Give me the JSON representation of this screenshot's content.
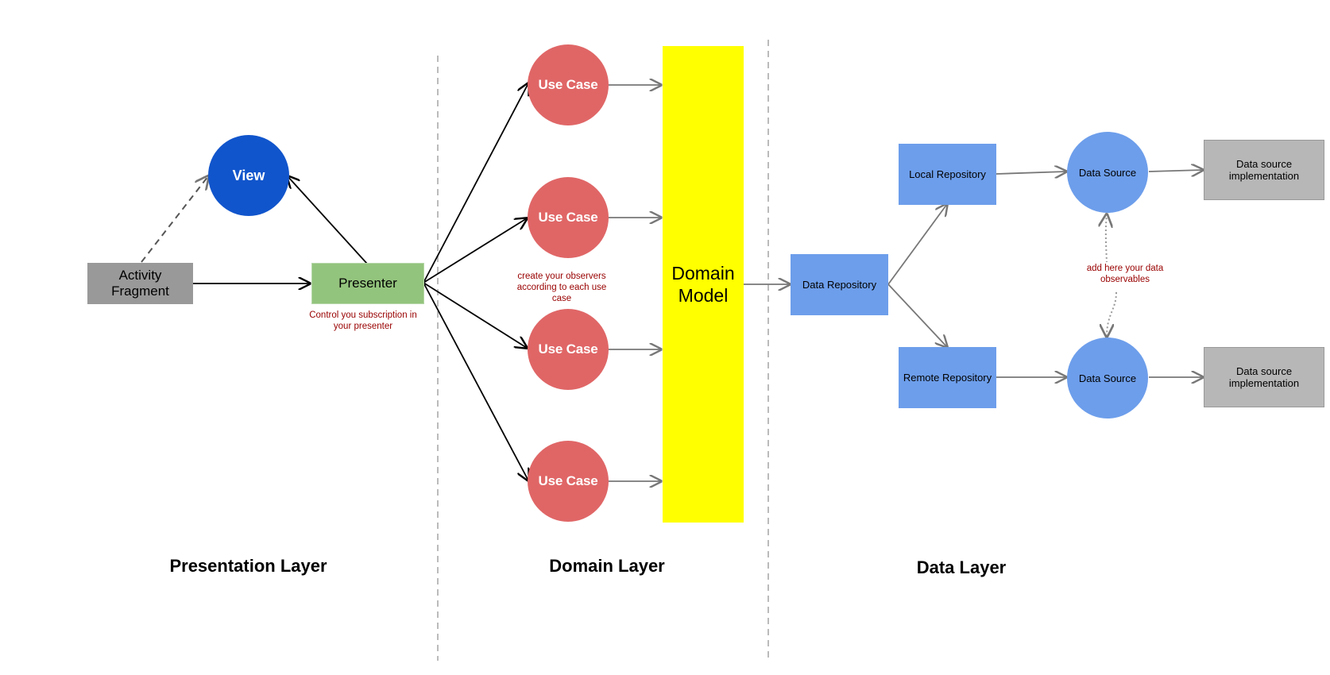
{
  "presentation": {
    "view": "View",
    "activity_fragment": "Activity\nFragment",
    "presenter": "Presenter",
    "presenter_note": "Control you subscription in\nyour presenter",
    "layer_title": "Presentation Layer"
  },
  "domain": {
    "use_cases": [
      "Use Case",
      "Use Case",
      "Use Case",
      "Use Case"
    ],
    "observers_note": "create your observers\naccording to each use\ncase",
    "model": "Domain\nModel",
    "layer_title": "Domain Layer"
  },
  "data": {
    "data_repository": "Data Repository",
    "local_repository": "Local Repository",
    "remote_repository": "Remote Repository",
    "data_source_top": "Data Source",
    "data_source_bottom": "Data Source",
    "impl_top": "Data source\nimplementation",
    "impl_bottom": "Data source\nimplementation",
    "observables_note": "add here your data\nobservables",
    "layer_title": "Data Layer"
  },
  "colors": {
    "view": "#1155cc",
    "use_case": "#e06666",
    "presenter": "#93c47d",
    "domain_model": "#ffff00",
    "data_blue": "#6d9eeb",
    "gray_box": "#999999",
    "impl_gray": "#b7b7b7",
    "note_red": "#990000"
  }
}
